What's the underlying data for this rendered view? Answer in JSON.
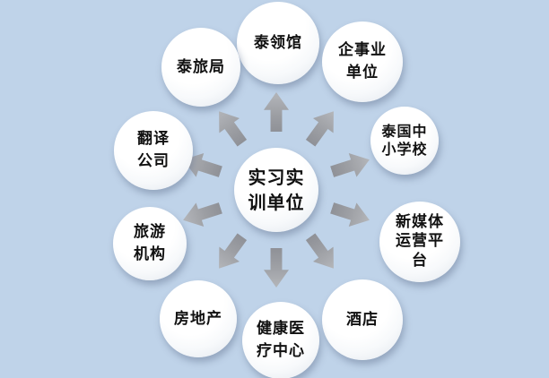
{
  "background_color": "#bfd3e9",
  "diagram": {
    "type": "diverging-radial",
    "center_label": "实习实\n训单位",
    "node_fill_color": "#ffffff",
    "node_shade_color": "#dce2ea",
    "arrow_color": "#9d9fa4",
    "text_color": "#111111",
    "nodes": [
      {
        "label": "泰领馆"
      },
      {
        "label": "企事业\n单位"
      },
      {
        "label": "泰国中\n小学校"
      },
      {
        "label": "新媒体\n运营平\n台"
      },
      {
        "label": "酒店"
      },
      {
        "label": "健康医\n疗中心"
      },
      {
        "label": "房地产"
      },
      {
        "label": "旅游\n机构"
      },
      {
        "label": "翻译\n公司"
      },
      {
        "label": "泰旅局"
      }
    ]
  }
}
